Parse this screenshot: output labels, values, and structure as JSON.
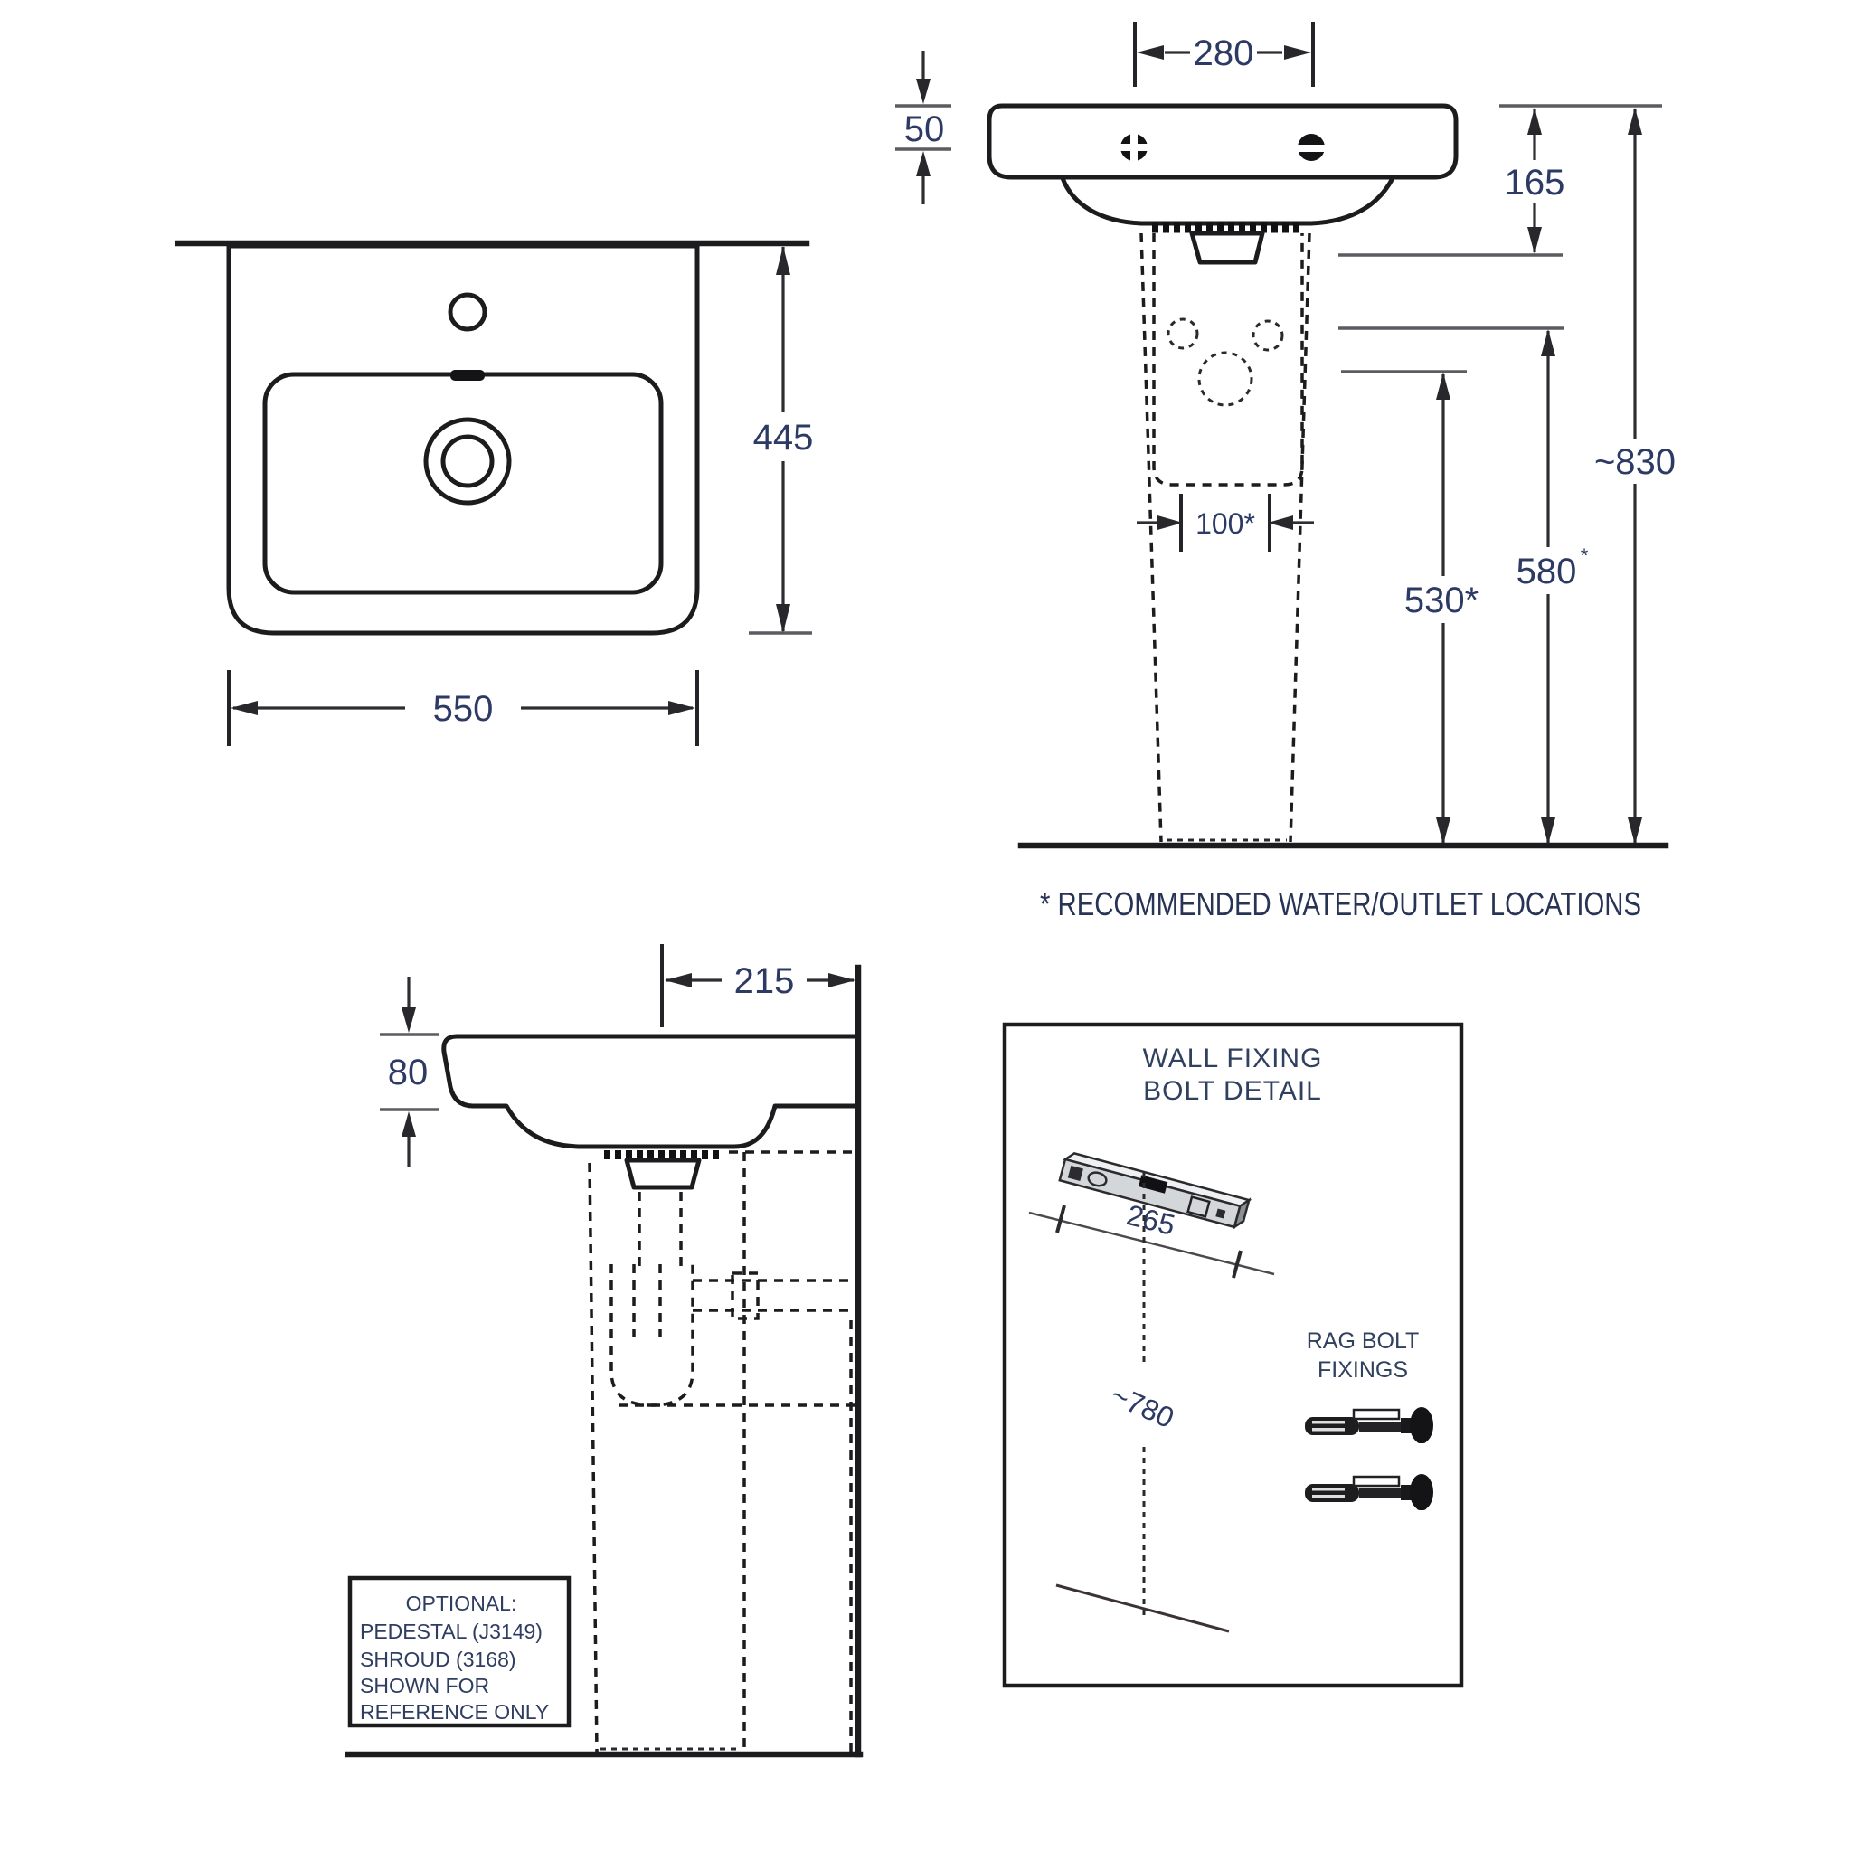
{
  "drawing": {
    "footnote": "* RECOMMENDED WATER/OUTLET LOCATIONS",
    "plan_view": {
      "width_label": "550",
      "depth_label": "445"
    },
    "front_view": {
      "tap_hole_centres_label": "280",
      "rim_thickness_label": "50",
      "rim_to_recess_label": "165",
      "overall_height_label": "~830",
      "outlet_height_label": "580",
      "outlet_height_mark": "*",
      "water_location_height_label": "530*",
      "recess_width_label": "100*"
    },
    "side_view": {
      "wall_projection_label": "215",
      "rim_thickness_label": "80",
      "note_lines": [
        "OPTIONAL:",
        "PEDESTAL (J3149)",
        "SHROUD (3168)",
        "SHOWN FOR",
        "REFERENCE ONLY"
      ]
    },
    "wall_fixing_detail": {
      "title_lines": [
        "WALL FIXING",
        "BOLT DETAIL"
      ],
      "bolt_centres_label": "265",
      "height_label": "~780",
      "fixing_lines": [
        "RAG BOLT",
        "FIXINGS"
      ]
    },
    "colors": {
      "line": "#1c1c1e",
      "dimension_text": "#2c3a64",
      "extension_line": "#5c5c60"
    }
  }
}
